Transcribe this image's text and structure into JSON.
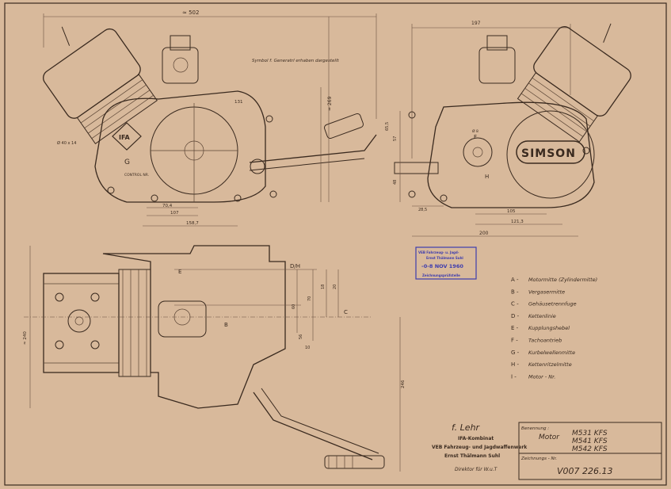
{
  "colors": {
    "paper": "#d8b99b",
    "ink": "#3a2a1f",
    "stamp": "#3d3cae",
    "shadow": "#b98a6c"
  },
  "side_view_left": {
    "dims": {
      "top_width": "≈ 502",
      "height": "≈ 269",
      "d1": "70,4",
      "d2": "107",
      "d3": "158,7",
      "d4": "131"
    },
    "labels": {
      "ifa_logo": "IFA",
      "g": "G",
      "contrl": "CONTROL\nNR.",
      "pin": "Ø 40 x 14"
    },
    "note": "Symbol f. Generatrl\nerhaben dargestellt"
  },
  "side_view_right": {
    "brand": "SIMSON",
    "dims": {
      "top": "197",
      "r1": "65,5",
      "r2": "57",
      "r3": "48",
      "r4": "28,5",
      "r5": "105",
      "r6": "121,3",
      "r7": "200",
      "f": "F",
      "h": "H",
      "bolt": "Ø 8"
    }
  },
  "top_view": {
    "labels": {
      "d_h": "D/H",
      "e": "E",
      "b": "B",
      "c": "C",
      "dim_240": "≈ 240",
      "dim_246": "246",
      "dim_60": "60",
      "dim_70": "70",
      "dim_56": "56",
      "dim_18": "18",
      "dim_20": "20",
      "dim_10": "10"
    }
  },
  "stamp": {
    "line1": "VEB Fahrzeug- u. Jagd-",
    "line2": "Ernst Thälmann Suhl",
    "date": "-0-8  NOV  1960",
    "line4": "Zeichnungsprüfstelle"
  },
  "legend": [
    {
      "key": "A",
      "text": "Motormitte  (Zylindermitte)"
    },
    {
      "key": "B",
      "text": "Vergasermitte"
    },
    {
      "key": "C",
      "text": "Gehäusetrennfuge"
    },
    {
      "key": "D",
      "text": "Kettenlinie"
    },
    {
      "key": "E",
      "text": "Kupplungshebel"
    },
    {
      "key": "F",
      "text": "Tachoantrieb"
    },
    {
      "key": "G",
      "text": "Kurbelwellenmitte"
    },
    {
      "key": "H",
      "text": "Kettenritzelmitte"
    },
    {
      "key": "I",
      "text": "Motor - Nr."
    }
  ],
  "signature": {
    "initials": "f. Lehr",
    "org1": "IFA-Kombinat",
    "org2": "VEB Fahrzeug- und Jagdwaffenwerk",
    "org3": "Ernst Thälmann Suhl",
    "role": "Direktor für W.u.T"
  },
  "title_block": {
    "benennung_label": "Benennung :",
    "motor_label": "Motor",
    "models": [
      "M531 KFS",
      "M541 KFS",
      "M542 KFS"
    ],
    "zeichnung_label": "Zeichnungs - Nr.",
    "number": "V007 226.13"
  }
}
